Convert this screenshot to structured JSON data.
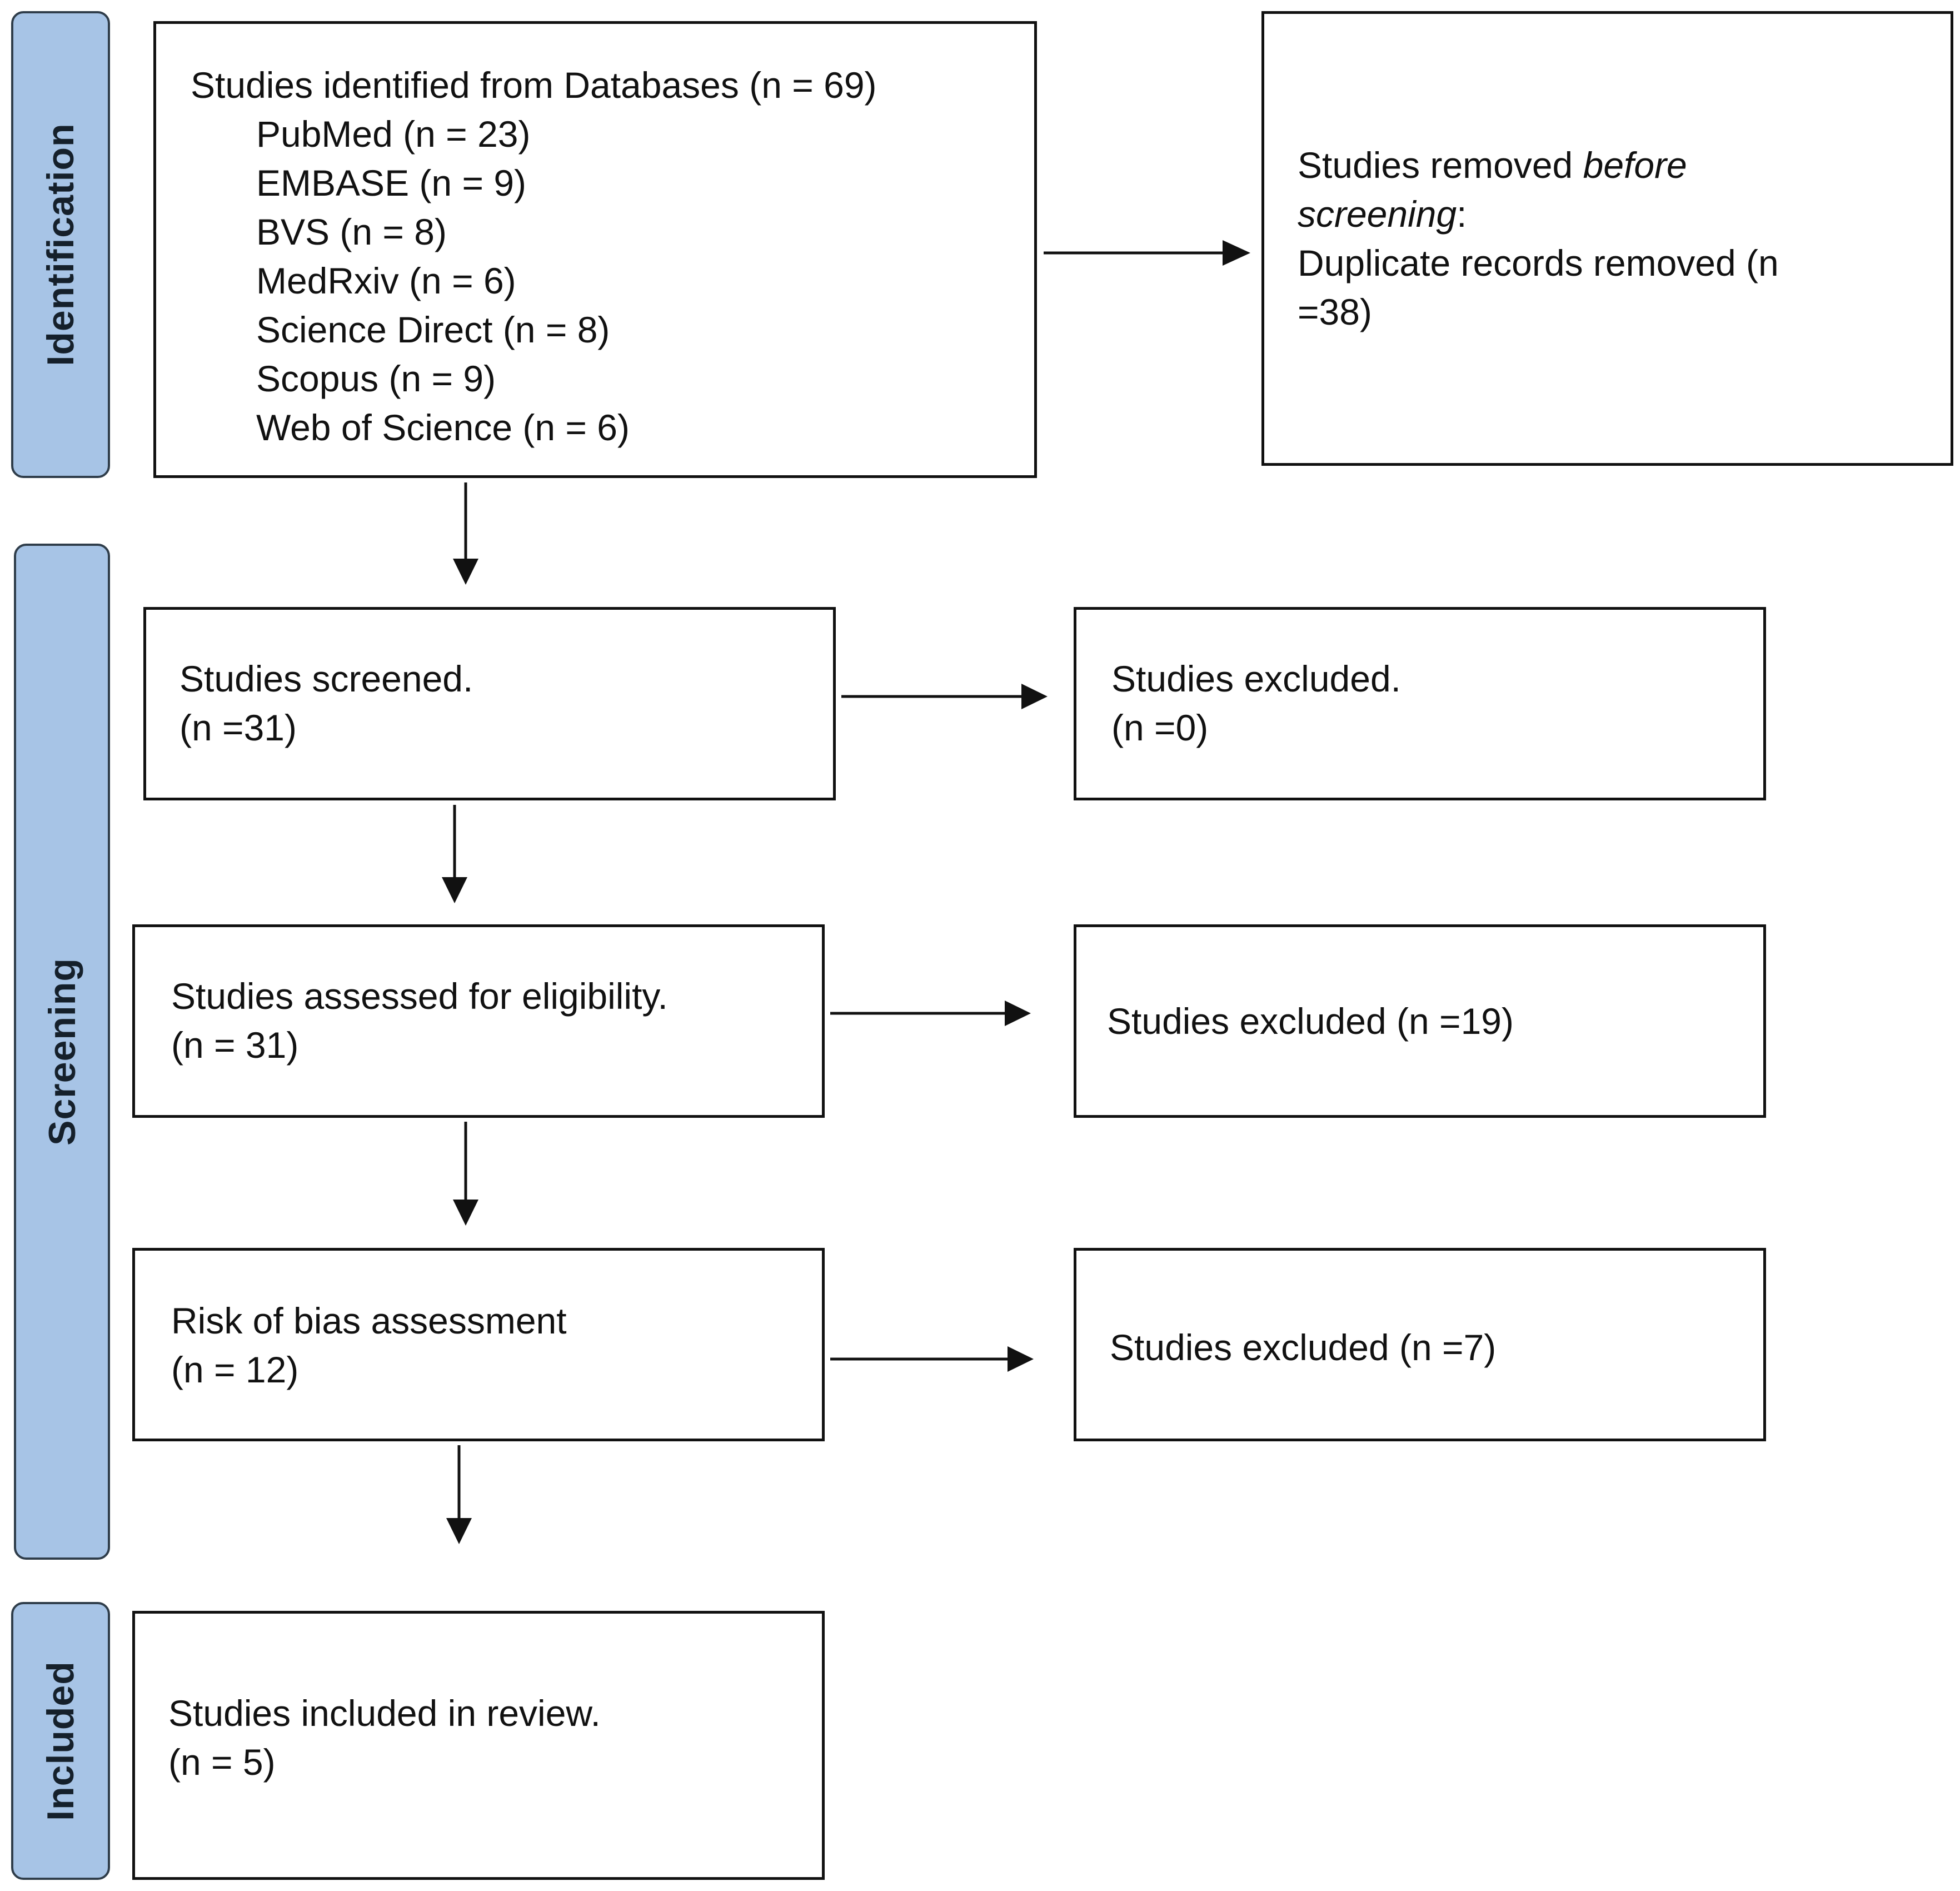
{
  "phases": {
    "identification": "Identification",
    "screening": "Screening",
    "included": "Included"
  },
  "identified": {
    "title": "Studies identified from Databases (n = 69)",
    "sources": [
      "PubMed (n = 23)",
      "EMBASE (n = 9)",
      "BVS (n = 8)",
      "MedRxiv (n = 6)",
      "Science Direct (n = 8)",
      "Scopus (n = 9)",
      "Web of Science (n = 6)"
    ]
  },
  "removed": {
    "prefix": "Studies removed ",
    "emphasis_1": "before",
    "emphasis_2": "screening",
    "suffix": ":",
    "line3": "Duplicate records removed (n",
    "line4": "=38)"
  },
  "screened": {
    "line1": "Studies screened.",
    "line2": "(n =31)"
  },
  "excluded_screen": {
    "line1": "Studies excluded.",
    "line2": "(n =0)"
  },
  "eligibility": {
    "line1": "Studies assessed for eligibility.",
    "line2": "(n = 31)"
  },
  "excluded_eligibility": {
    "line1": "Studies excluded (n =19)"
  },
  "risk_of_bias": {
    "line1": "Risk of bias assessment",
    "line2": "(n = 12)"
  },
  "excluded_bias": {
    "line1": "Studies excluded (n =7)"
  },
  "included": {
    "line1": "Studies included in review.",
    "line2": "(n = 5)"
  },
  "colors": {
    "phase_fill": "#a7c4e6",
    "phase_border": "#2f3d4a",
    "line": "#111111"
  }
}
